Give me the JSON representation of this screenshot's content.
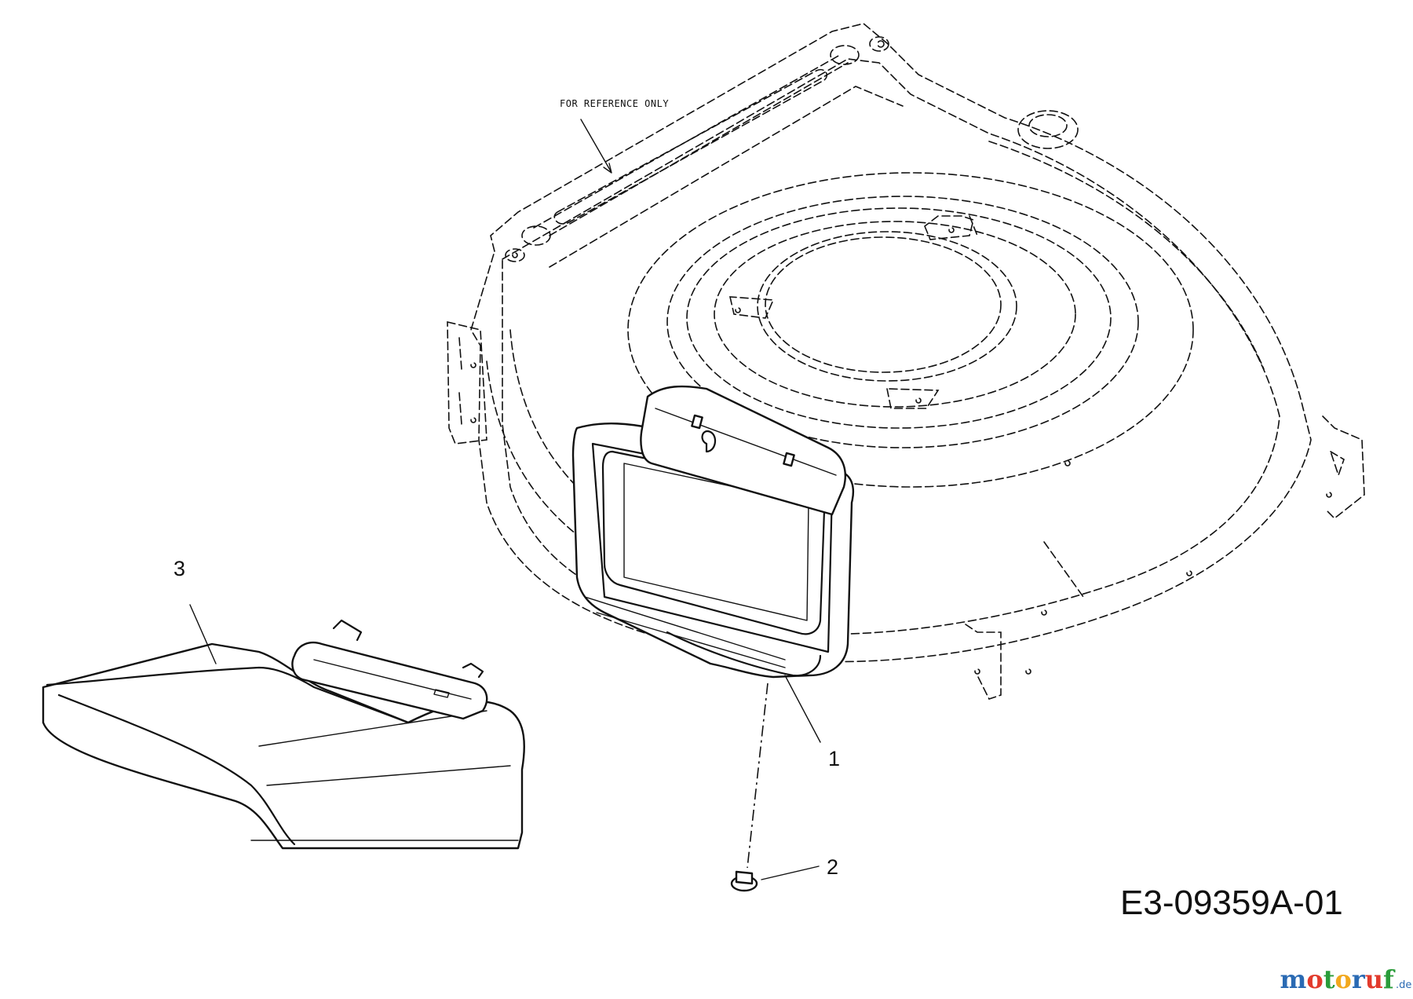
{
  "reference_note": "FOR REFERENCE ONLY",
  "callouts": {
    "part_1": "1",
    "part_2": "2",
    "part_3": "3"
  },
  "drawing_id": "E3-09359A-01",
  "watermark": {
    "name": "motoruf",
    "suffix": ".de",
    "letter_colors": [
      "#2a6ab3",
      "#e23a2c",
      "#2a9c3a",
      "#f2a81d",
      "#2a6ab3",
      "#e23a2c",
      "#2a9c3a"
    ]
  }
}
